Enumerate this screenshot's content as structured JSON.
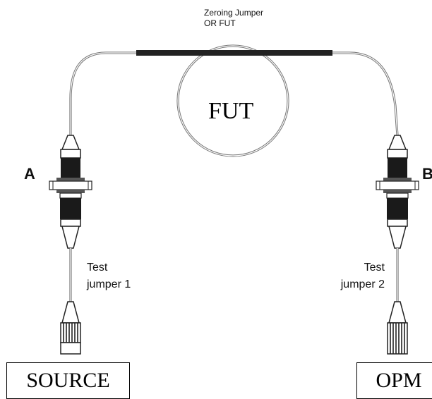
{
  "labels": {
    "zeroing_line1": "Zeroing Jumper",
    "zeroing_line2": "OR FUT",
    "fut": "FUT",
    "connector_a": "A",
    "connector_b": "B",
    "test_jumper_1_line1": "Test",
    "test_jumper_1_line2": "jumper 1",
    "test_jumper_2_line1": "Test",
    "test_jumper_2_line2": "jumper 2",
    "source": "SOURCE",
    "opm": "OPM"
  },
  "colors": {
    "fiber": "#7a7a7a",
    "connector": "#1a1a1a",
    "fut_segment": "#222222"
  }
}
